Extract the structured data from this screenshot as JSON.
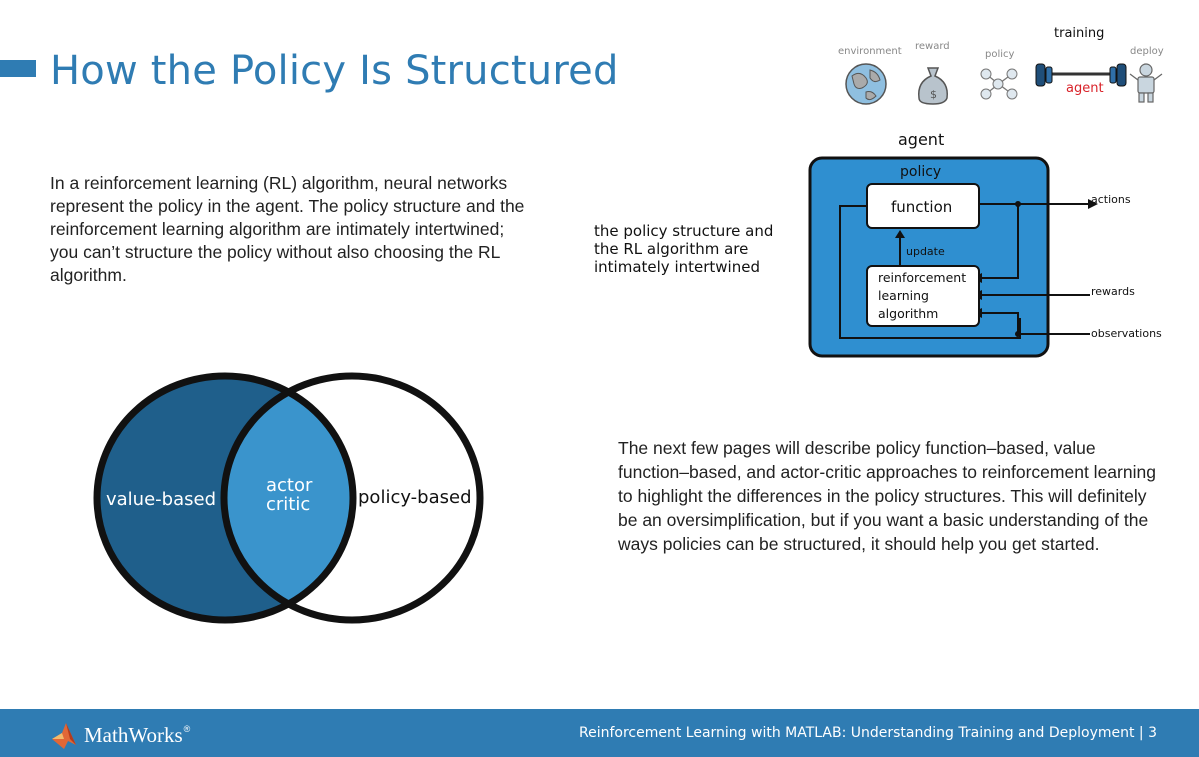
{
  "page": {
    "title": "How the Policy Is Structured",
    "intro": "In a reinforcement learning (RL) algorithm, neural networks represent the policy in the agent. The policy structure and the reinforcement learning algorithm are intimately intertwined; you can’t structure the policy without also choosing the RL algorithm.",
    "body": "The next few pages will describe policy function–based, value function–based, and actor-critic approaches to reinforcement learning to highlight the differences in the policy structures. This will definitely be an oversimplification, but if you want a basic understanding of the ways policies can be structured, it should help you get started."
  },
  "journey": {
    "steps": [
      "environment",
      "reward",
      "policy",
      "training",
      "deploy"
    ],
    "active": "training",
    "training_badge": "agent"
  },
  "diagram": {
    "caption": "the policy structure and the RL algorithm are intimately intertwined",
    "agent_label": "agent",
    "policy_label": "policy",
    "function_label": "function",
    "update_label": "update",
    "rl_lines": [
      "reinforcement",
      "learning",
      "algorithm"
    ],
    "outputs": {
      "actions": "actions",
      "rewards": "rewards",
      "observations": "observations"
    },
    "colors": {
      "policy_fill": "#2f8fd0",
      "outline": "#111111"
    }
  },
  "venn": {
    "left": "value-based",
    "middle_lines": [
      "actor",
      "critic"
    ],
    "right": "policy-based",
    "colors": {
      "left": "#1f5f8b",
      "middle": "#3a94cc",
      "right": "#ffffff"
    }
  },
  "footer": {
    "logo": "MathWorks",
    "logo_mark": "®",
    "text": "Reinforcement Learning with MATLAB: Understanding Training and Deployment | 3"
  }
}
